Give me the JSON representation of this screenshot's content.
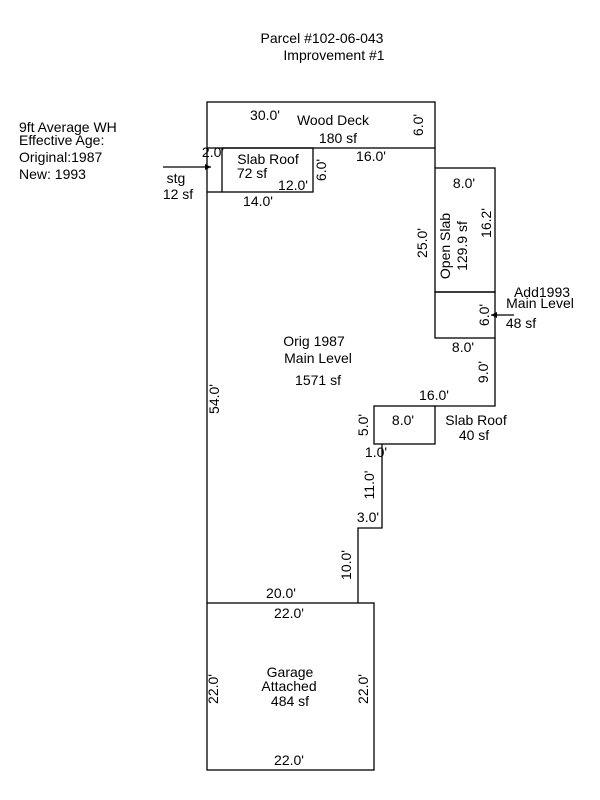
{
  "header": {
    "parcel": "Parcel #102-06-043",
    "improvement": "Improvement #1"
  },
  "notes": [
    "9ft Average WH",
    "Effective Age:",
    "Original:1987",
    "New: 1993"
  ],
  "areas": {
    "wood_deck": {
      "name": "Wood Deck",
      "area": "180 sf"
    },
    "slab_roof_top": {
      "name": "Slab Roof",
      "area": "72 sf"
    },
    "stg": {
      "name": "stg",
      "area": "12 sf"
    },
    "open_slab": {
      "name": "Open Slab",
      "area": "129.9 sf"
    },
    "add1993": {
      "line1": "Add1993",
      "line2": "Main Level",
      "area": "48 sf"
    },
    "orig": {
      "line1": "Orig 1987",
      "line2": "Main Level",
      "area": "1571 sf"
    },
    "slab_roof_mid": {
      "name": "Slab Roof",
      "area": "40 sf"
    },
    "garage": {
      "line1": "Garage",
      "line2": "Attached",
      "area": "484 sf"
    }
  },
  "dimensions": {
    "deck_width": "30.0'",
    "deck_depth": "6.0'",
    "deck_step": "16.0'",
    "stg_width": "2.0'",
    "slab_roof_top_depth": "6.0'",
    "slab_roof_top_width": "12.0'",
    "main_top_left": "14.0'",
    "open_slab_width": "8.0'",
    "open_slab_depth": "16.2'",
    "open_slab_side": "25.0'",
    "add_depth": "6.0'",
    "add_bottom": "8.0'",
    "right_lower": "9.0'",
    "step_16": "16.0'",
    "slab_roof_mid_width": "8.0'",
    "slab_roof_mid_depth": "5.0'",
    "jog_1": "1.0'",
    "wall_11": "11.0'",
    "jog_3": "3.0'",
    "wall_10": "10.0'",
    "main_left": "54.0'",
    "main_bottom": "20.0'",
    "garage_top": "22.0'",
    "garage_left": "22.0'",
    "garage_right": "22.0'",
    "garage_bottom": "22.0'"
  }
}
